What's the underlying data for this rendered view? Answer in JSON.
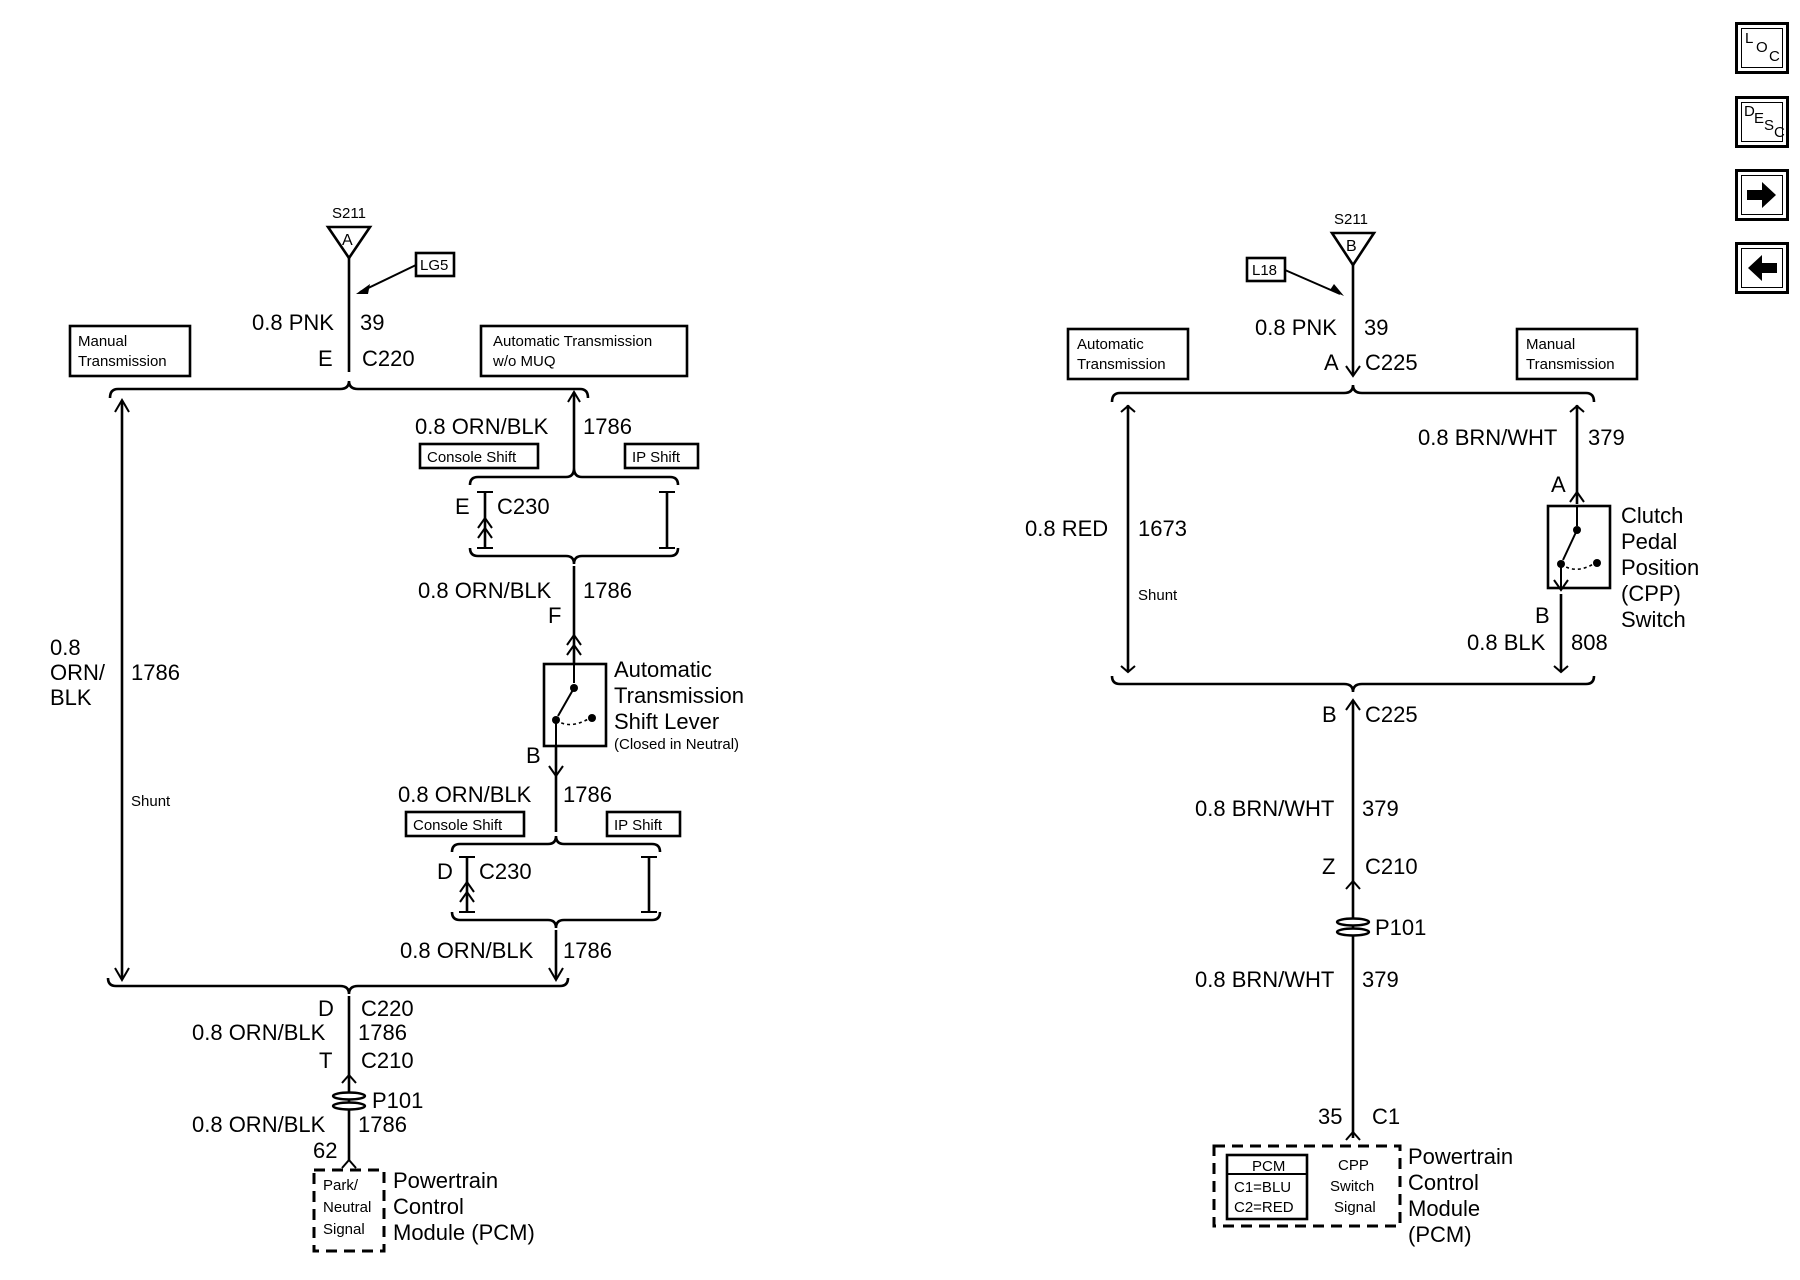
{
  "nav": {
    "loc": {
      "a": "L",
      "b": "O",
      "c": "C"
    },
    "desc": {
      "a": "D",
      "b": "E",
      "c": "S",
      "d": "C"
    },
    "next_icon": "right-arrow-icon",
    "prev_icon": "left-arrow-icon"
  },
  "left": {
    "splice": "S211",
    "splice_letter": "A",
    "option": "LG5",
    "top_wire": {
      "size": "0.8 PNK",
      "circuit": "39"
    },
    "c220_top": {
      "pin": "E",
      "conn": "C220"
    },
    "manual_tx": [
      "Manual",
      "Transmission"
    ],
    "auto_tx": [
      "Automatic Transmission",
      "w/o MUQ"
    ],
    "shunt_wire": {
      "size": [
        "0.8",
        "ORN/",
        "BLK"
      ],
      "circuit": "1786",
      "note": "Shunt"
    },
    "w1": {
      "size": "0.8 ORN/BLK",
      "circuit": "1786"
    },
    "console_shift_1": "Console Shift",
    "ip_shift_1": "IP Shift",
    "c230_top": {
      "pin": "E",
      "conn": "C230"
    },
    "w2": {
      "size": "0.8 ORN/BLK",
      "circuit": "1786"
    },
    "switch_pin_top": "F",
    "switch_pin_bottom": "B",
    "switch_name": [
      "Automatic",
      "Transmission",
      "Shift Lever"
    ],
    "switch_note": "(Closed in Neutral)",
    "w3": {
      "size": "0.8 ORN/BLK",
      "circuit": "1786"
    },
    "console_shift_2": "Console Shift",
    "ip_shift_2": "IP Shift",
    "c230_bottom": {
      "pin": "D",
      "conn": "C230"
    },
    "w4": {
      "size": "0.8 ORN/BLK",
      "circuit": "1786"
    },
    "c220_bottom": {
      "pin": "D",
      "conn": "C220"
    },
    "w5": {
      "size": "0.8 ORN/BLK",
      "circuit": "1786"
    },
    "c210": {
      "pin": "T",
      "conn": "C210"
    },
    "p101": "P101",
    "w6": {
      "size": "0.8 ORN/BLK",
      "circuit": "1786"
    },
    "pcm_pin": "62",
    "pcm_signal": [
      "Park/",
      "Neutral",
      "Signal"
    ],
    "pcm_name": [
      "Powertrain",
      "Control",
      "Module (PCM)"
    ]
  },
  "right": {
    "splice": "S211",
    "splice_letter": "B",
    "option": "L18",
    "top_wire": {
      "size": "0.8 PNK",
      "circuit": "39"
    },
    "c225_top": {
      "pin": "A",
      "conn": "C225"
    },
    "auto_tx": [
      "Automatic",
      "Transmission"
    ],
    "manual_tx": [
      "Manual",
      "Transmission"
    ],
    "shunt_wire": {
      "size": "0.8 RED",
      "circuit": "1673",
      "note": "Shunt"
    },
    "w1": {
      "size": "0.8 BRN/WHT",
      "circuit": "379"
    },
    "switch_pin_top": "A",
    "switch_pin_bottom": "B",
    "switch_name": [
      "Clutch",
      "Pedal",
      "Position",
      "(CPP)",
      "Switch"
    ],
    "w2": {
      "size": "0.8 BLK",
      "circuit": "808"
    },
    "c225_bottom": {
      "pin": "B",
      "conn": "C225"
    },
    "w3": {
      "size": "0.8 BRN/WHT",
      "circuit": "379"
    },
    "c210": {
      "pin": "Z",
      "conn": "C210"
    },
    "p101": "P101",
    "w4": {
      "size": "0.8 BRN/WHT",
      "circuit": "379"
    },
    "pcm_pin": {
      "pin": "35",
      "conn": "C1"
    },
    "pcm_box": [
      "PCM",
      "C1=BLU",
      "C2=RED"
    ],
    "pcm_signal": [
      "CPP",
      "Switch",
      "Signal"
    ],
    "pcm_name": [
      "Powertrain",
      "Control",
      "Module",
      "(PCM)"
    ]
  }
}
